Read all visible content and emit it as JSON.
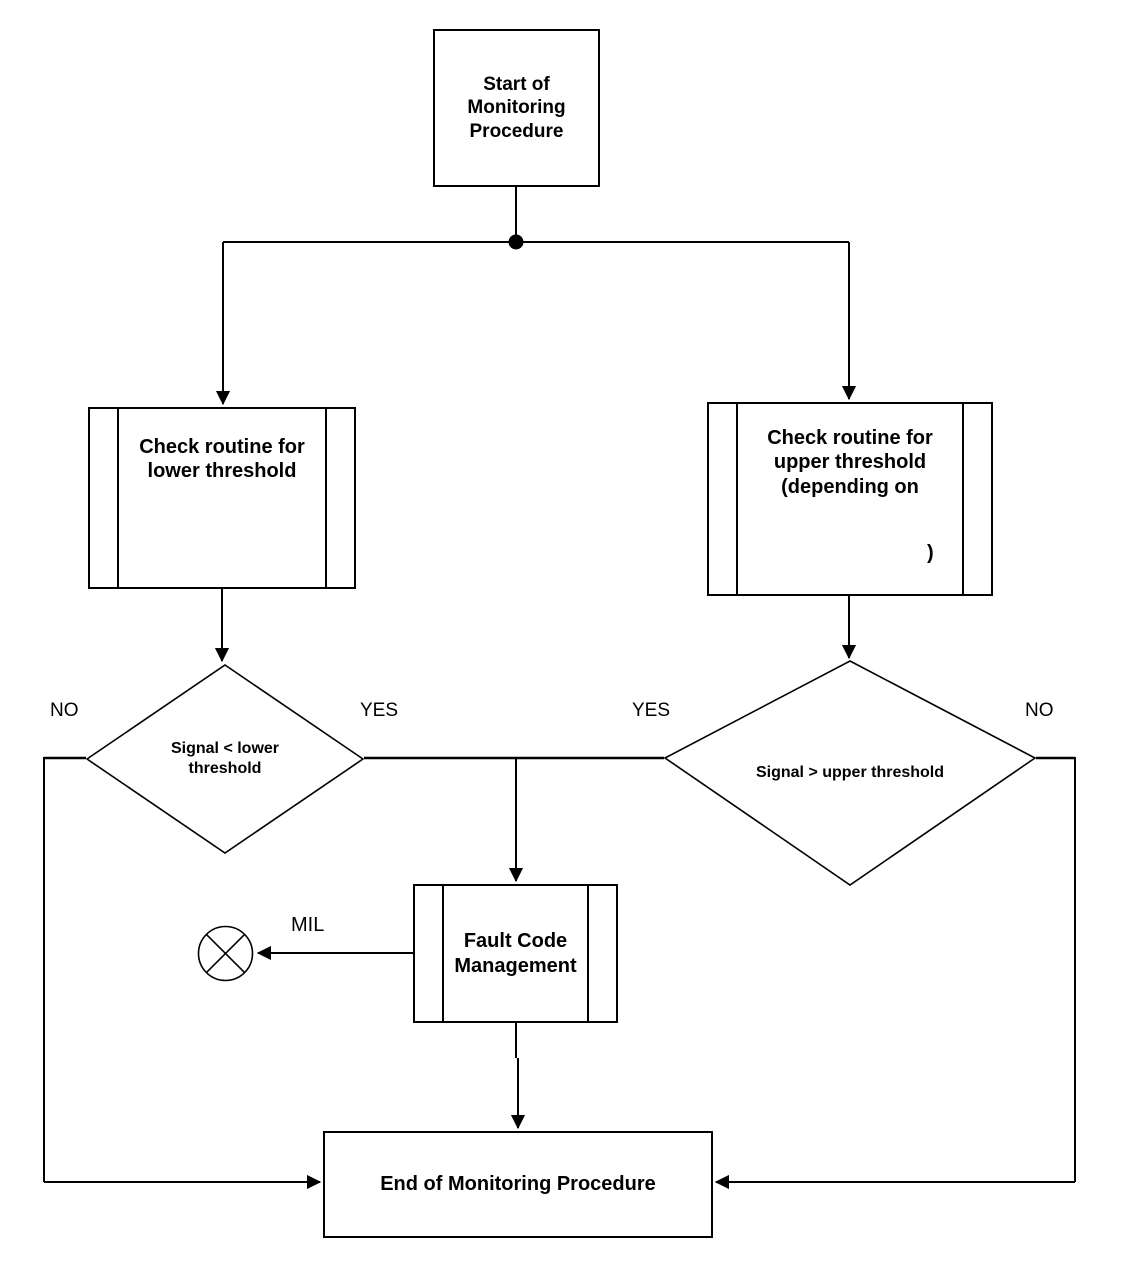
{
  "diagram": {
    "title": "Monitoring Procedure Flowchart",
    "type": "flowchart",
    "background_color": "#ffffff",
    "line_color": "#000000",
    "text_color": "#000000"
  },
  "nodes": {
    "start": {
      "label": "Start of\nMonitoring\nProcedure",
      "shape": "process"
    },
    "check_lower": {
      "label": "Check routine for\nlower threshold",
      "shape": "predefined-process"
    },
    "check_upper": {
      "label": "Check routine for\nupper threshold\n(depending on",
      "tail": ")",
      "shape": "predefined-process"
    },
    "decision_lower": {
      "label": "Signal < lower\nthreshold",
      "shape": "decision"
    },
    "decision_upper": {
      "label": "Signal  > upper threshold",
      "shape": "decision"
    },
    "fault_code": {
      "label": "Fault Code\nManagement",
      "shape": "predefined-process"
    },
    "end": {
      "label": "End of Monitoring Procedure",
      "shape": "process"
    },
    "mil": {
      "label": "MIL",
      "shape": "crossed-circle"
    }
  },
  "edge_labels": {
    "no_left": "NO",
    "yes_left": "YES",
    "yes_right": "YES",
    "no_right": "NO"
  }
}
